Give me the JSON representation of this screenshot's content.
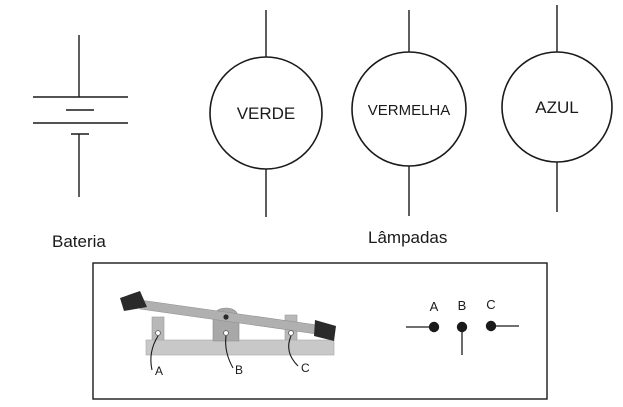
{
  "battery": {
    "label": "Bateria"
  },
  "lamps": {
    "group_label": "Lâmpadas",
    "items": [
      {
        "id": "green",
        "label": "VERDE"
      },
      {
        "id": "red",
        "label": "VERMELHA"
      },
      {
        "id": "blue",
        "label": "AZUL"
      }
    ]
  },
  "switch": {
    "terminal_labels": [
      "A",
      "B",
      "C"
    ],
    "symbol_labels": [
      "A",
      "B",
      "C"
    ]
  },
  "colors": {
    "line": "#1a1a1a",
    "switch_base": "#c8c8c8",
    "switch_lever": "#b0b0b0",
    "switch_pivot": "#a8a8a8",
    "switch_handle": "#2a2a2a"
  }
}
